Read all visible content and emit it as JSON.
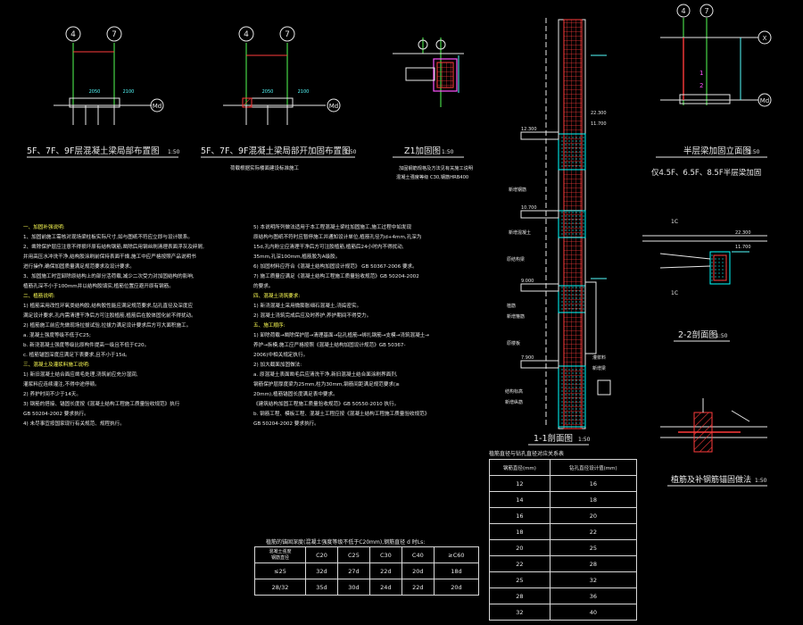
{
  "details": {
    "d1": {
      "title": "5F、7F、9F层混凝土梁局部布置图",
      "scale": "1:50",
      "axis_a": "4",
      "axis_b": "7",
      "axis_c": "Md",
      "dim_a": "2050",
      "dim_b": "2100"
    },
    "d2": {
      "title": "5F、7F、9F混凝土梁局部开加固布置图",
      "scale": "1:50",
      "axis_a": "4",
      "axis_b": "7",
      "axis_c": "Md",
      "dim_a": "2050",
      "dim_b": "2100",
      "caption": "荷载根据实际楼面建设标准施工"
    },
    "z1": {
      "title": "Z1加固图",
      "scale": "1:50",
      "note1": "加固钢筋规格及方法见有关施工说明",
      "note2": "混凝土强度等级 C30,钢筋HRB400"
    },
    "d4": {
      "title": "半层梁加固立面图",
      "scale": "1:50",
      "subtitle": "仅4.5F、6.5F、8.5F半层梁加固",
      "axis_a": "4",
      "axis_b": "7",
      "axis_c": "X",
      "axis_d": "Md",
      "mark1": "1",
      "mark2": "2"
    },
    "section11": {
      "title": "1-1剖面图",
      "scale": "1:50"
    },
    "section22": {
      "title": "2-2剖面图",
      "scale": "1:50"
    },
    "anchor": {
      "title": "植筋及补钢筋锚固做法",
      "scale": "1:50"
    }
  },
  "notes_left": [
    {
      "t": "一、加固补强说明:",
      "h": true
    },
    {
      "t": "1、加固前施工需核对现场梁柱板实际尺寸,如与图纸不符应立即与设计联系。",
      "h": false
    },
    {
      "t": "2、凿除保护层应注意不得损坏原有结构钢筋,凿除后用钢丝刷清理表面浮灰及碎屑,",
      "h": false
    },
    {
      "t": "   并用高压水冲洗干净,结构胶涂刷前保持表面干燥,施工中应严格按照产品说明书",
      "h": false
    },
    {
      "t": "   进行操作,确保加固质量满足规范要求及设计要求。",
      "h": false
    },
    {
      "t": "3、加固施工时宜卸除原结构上的部分活荷载,减少二次受力对加固结构的影响,",
      "h": false
    },
    {
      "t": "   植筋孔深不小于100mm并以结构胶填实,植筋位置应避开原有钢筋。",
      "h": false
    },
    {
      "t": "",
      "h": false
    },
    {
      "t": "二、植筋说明:",
      "h": true
    },
    {
      "t": "1) 植筋采用改性环氧类结构胶,结构胶性能应满足规范要求,钻孔直径及深度应",
      "h": false
    },
    {
      "t": "   满足设计要求,孔内需清理干净后方可注胶植筋,植筋后在胶体固化前不得扰动。",
      "h": false
    },
    {
      "t": "2) 植筋施工前应先做现场拉拔试验,拉拔力满足设计要求后方可大面积施工。",
      "h": false
    },
    {
      "t": "a. 混凝土强度等级不低于C25;",
      "h": false
    },
    {
      "t": "b. 新浇混凝土强度等级比原构件提高一级且不低于C20。",
      "h": false
    },
    {
      "t": "c. 植筋锚固深度应满足下表要求,且不小于15d。",
      "h": false
    },
    {
      "t": "",
      "h": false
    },
    {
      "t": "三、混凝土及灌浆料施工说明:",
      "h": true
    },
    {
      "t": "1) 新旧混凝土结合面应凿毛处理,浇筑前应充分湿润,",
      "h": false
    },
    {
      "t": "   灌浆料应连续灌注,不得中途停顿。",
      "h": false
    },
    {
      "t": "2) 养护时间不少于14天。",
      "h": false
    },
    {
      "t": "3) 钢筋的搭接、锚固长度按《混凝土结构工程施工质量验收规范》执行",
      "h": false
    },
    {
      "t": "   GB 50204-2002 要求执行。",
      "h": false
    },
    {
      "t": "4) 未尽事宜按国家现行有关规范、规程执行。",
      "h": false
    }
  ],
  "notes_mid": [
    {
      "t": "5) 本说明所列做法适用于本工程混凝土梁柱加固施工,施工过程中如发现",
      "h": false
    },
    {
      "t": "   原结构与图纸不符时应暂停施工并通知设计单位,植筋孔径为d+4mm,孔深为",
      "h": false
    },
    {
      "t": "   15d,孔内粉尘应清理干净后方可注胶植筋,植筋后24小时内不得扰动,",
      "h": false
    },
    {
      "t": "   35mm,孔深100mm,植筋胶为A级胶。",
      "h": false
    },
    {
      "t": "6) 加固材料应符合《混凝土结构加固设计规范》 GB 50367-2006 要求。",
      "h": false
    },
    {
      "t": "7) 施工质量应满足《混凝土结构工程施工质量验收规范》GB 50204-2002",
      "h": false
    },
    {
      "t": "   的要求。",
      "h": false
    },
    {
      "t": "",
      "h": false
    },
    {
      "t": "四、混凝土浇筑要求:",
      "h": true
    },
    {
      "t": "1) 新浇混凝土采用微膨胀细石混凝土,浇捣密实。",
      "h": false
    },
    {
      "t": "2) 混凝土浇筑完成后应及时养护,养护期间不得受力。",
      "h": false
    },
    {
      "t": "五、施工顺序:",
      "h": true
    },
    {
      "t": "1) 卸除荷载→凿除保护层→清理基面→钻孔植筋→绑扎钢筋→支模→浇筑混凝土→",
      "h": false
    },
    {
      "t": "   养护→拆模,施工应严格按照《混凝土结构加固设计规范》GB 50367-",
      "h": false
    },
    {
      "t": "   2006)中相关规定执行。",
      "h": false
    },
    {
      "t": "2) 加大截面加固做法:",
      "h": false
    },
    {
      "t": "a. 原混凝土表面凿毛后应清洗干净,新旧混凝土结合面涂刷界面剂,",
      "h": false
    },
    {
      "t": "   钢筋保护层厚度梁为25mm,柱为30mm,钢筋间距满足规范要求(≥",
      "h": false
    },
    {
      "t": "   20mm),植筋锚固长度满足表中要求。",
      "h": false
    },
    {
      "t": "   《建筑结构加固工程施工质量验收规范》GB 50550-2010 执行。",
      "h": false
    },
    {
      "t": "b. 钢筋工程、模板工程、混凝土工程应按《混凝土结构工程施工质量验收规范》",
      "h": false
    },
    {
      "t": "GB 50204-2002 要求执行。",
      "h": false
    }
  ],
  "table_anchor": {
    "title": "植筋的锚固深度(混凝土强度等级不低于C20mm),钢筋直径 d 时Ls:",
    "corner_top": "混凝土强度",
    "corner_bottom": "钢筋直径",
    "headers": [
      "C20",
      "C25",
      "C30",
      "C40",
      "≥C60"
    ],
    "rows": [
      [
        "≤25",
        "32d",
        "27d",
        "22d",
        "20d",
        "18d"
      ],
      [
        "28/32",
        "35d",
        "30d",
        "24d",
        "22d",
        "20d"
      ]
    ]
  },
  "table_drill": {
    "title": "植筋直径与钻孔直径对应关系表",
    "headers": [
      "钢筋直径(mm)",
      "钻孔直径设计值(mm)"
    ],
    "rows": [
      [
        "12",
        "16"
      ],
      [
        "14",
        "18"
      ],
      [
        "16",
        "20"
      ],
      [
        "18",
        "22"
      ],
      [
        "20",
        "25"
      ],
      [
        "22",
        "28"
      ],
      [
        "25",
        "32"
      ],
      [
        "28",
        "36"
      ],
      [
        "32",
        "40"
      ]
    ]
  },
  "section_labels": {
    "levels": [
      "12.300",
      "10.700",
      "9.000",
      "7.900"
    ],
    "levels_right": [
      "22.300",
      "11.700"
    ],
    "tags": [
      "新增钢筋",
      "新增混凝土",
      "原结构梁",
      "植筋",
      "新增箍筋",
      "原楼板",
      "结构标高",
      "新增纵筋",
      "灌浆料",
      "新增梁"
    ],
    "label_1C": "1C"
  },
  "colors": {
    "background": "#000000",
    "line": "#d8d8d8",
    "rebar": "#ff3b3b",
    "concrete": "#00ffff",
    "axis": "#55ff55",
    "dimension": "#55ffff",
    "hatch": "#ff55ff",
    "title_text": "#e8e8e8",
    "note_head": "#ffff55"
  }
}
